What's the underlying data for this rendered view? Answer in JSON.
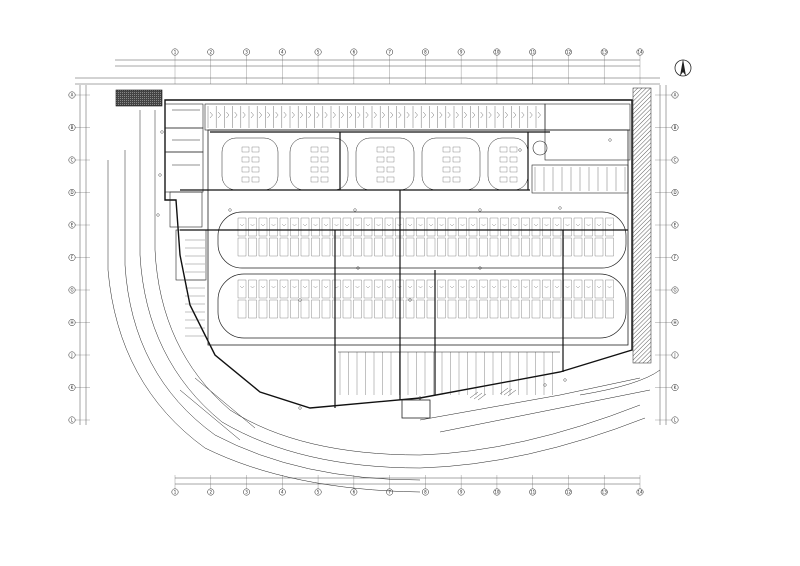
{
  "drawing": {
    "type": "architectural floor plan (parking garage)",
    "plan_title": "",
    "scale_note": "",
    "corner_note": "",
    "north_symbol": "north-arrow",
    "grid_top": [
      "1",
      "2",
      "3",
      "4",
      "5",
      "6",
      "7",
      "8",
      "9",
      "10",
      "11",
      "12",
      "13",
      "14"
    ],
    "grid_bottom": [
      "1",
      "2",
      "3",
      "4",
      "5",
      "6",
      "7",
      "8",
      "9",
      "10",
      "11",
      "12",
      "13",
      "14"
    ],
    "grid_left": [
      "A",
      "B",
      "C",
      "D",
      "E",
      "F",
      "G",
      "H",
      "J",
      "K",
      "L"
    ],
    "grid_right": [
      "A",
      "B",
      "C",
      "D",
      "E",
      "F",
      "G",
      "H",
      "J",
      "K",
      "L"
    ],
    "parking_rows_upper": 5,
    "colors": {
      "line": "#1a1a1a",
      "thin": "#555555",
      "hatch": "#3a3a3a"
    }
  }
}
